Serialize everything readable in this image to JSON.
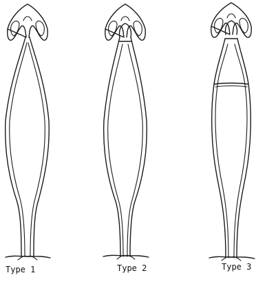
{
  "figure": {
    "types": [
      {
        "label": "Type 1",
        "septa": 0
      },
      {
        "label": "Type 2",
        "septa": 1
      },
      {
        "label": "Type 3",
        "septa": 2
      }
    ]
  }
}
